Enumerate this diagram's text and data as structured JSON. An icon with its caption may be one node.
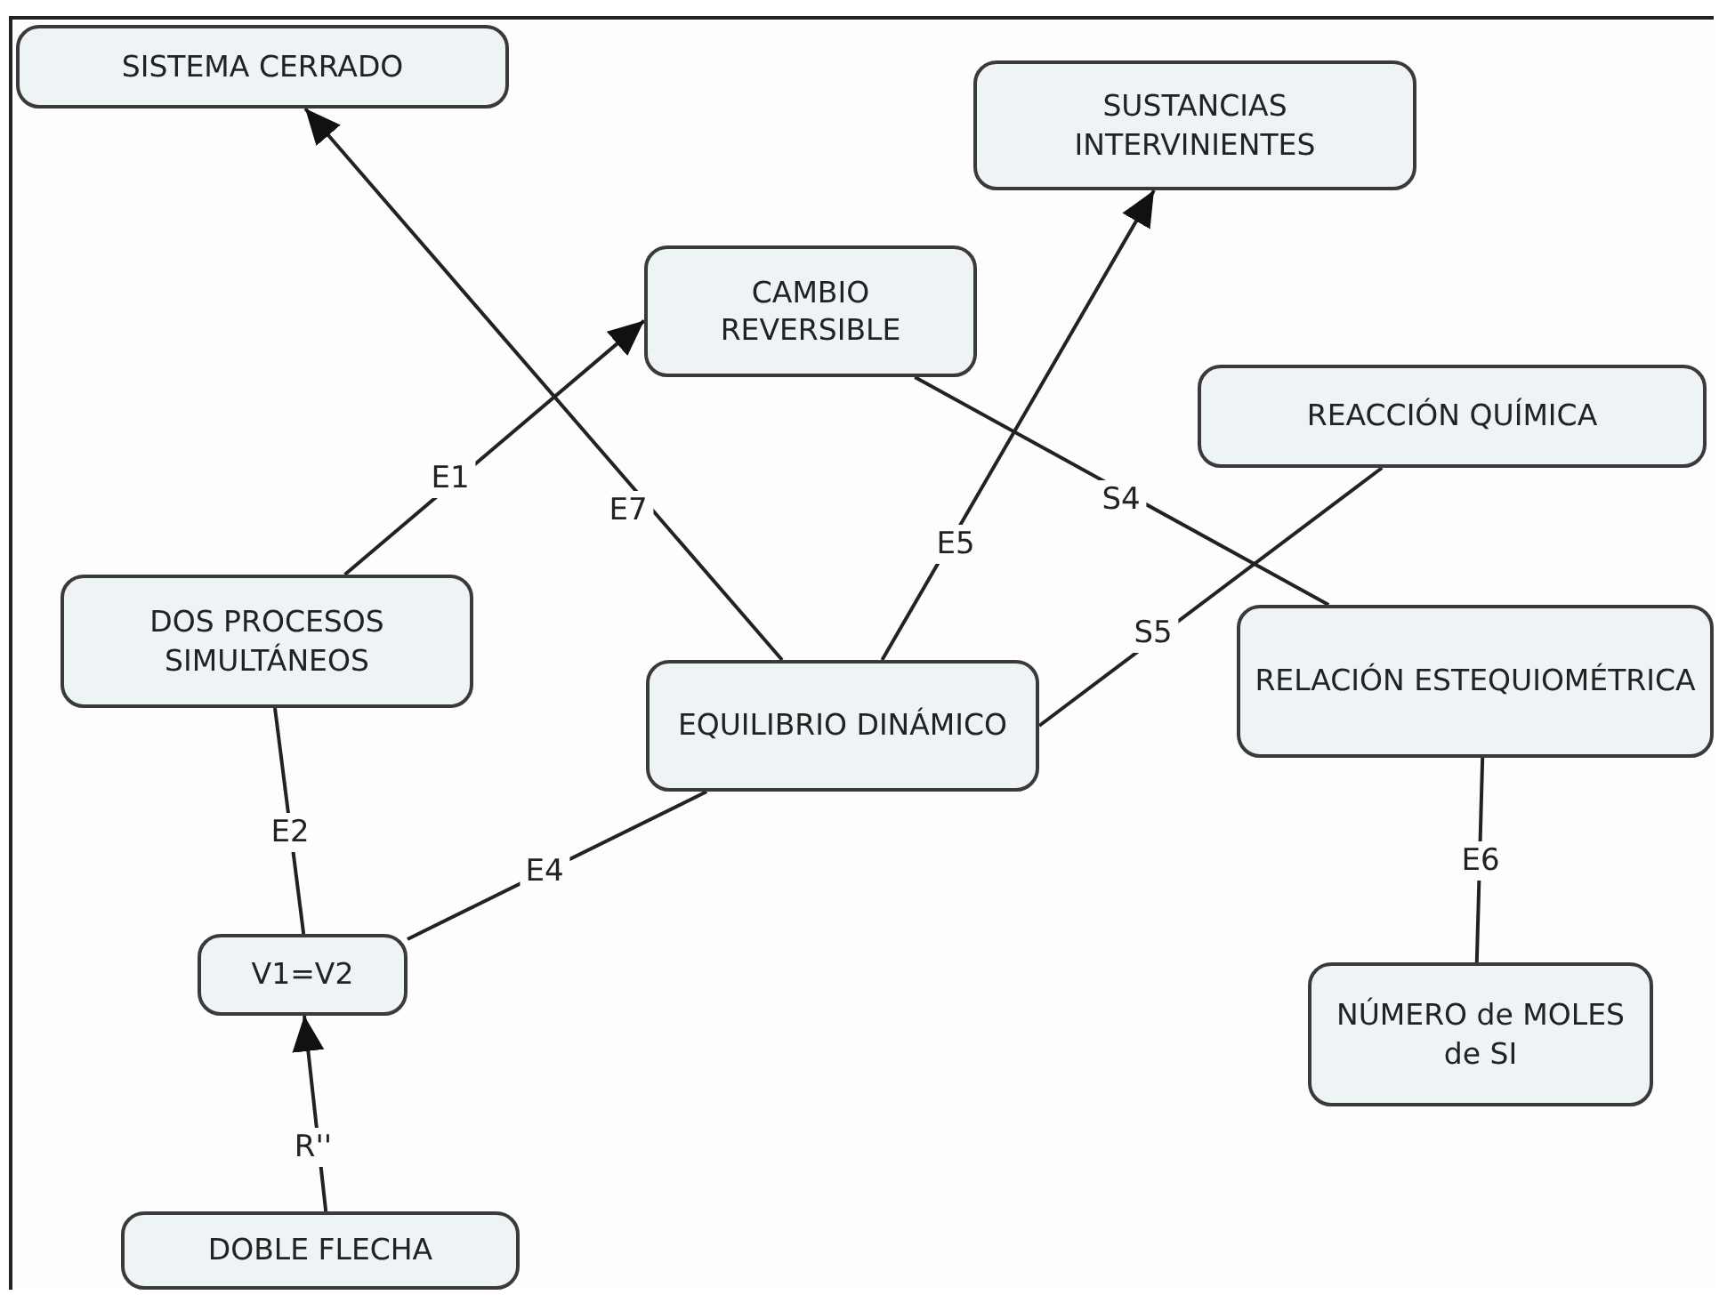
{
  "diagram": {
    "nodes": [
      {
        "text": [
          "SISTEMA CERRADO"
        ]
      },
      {
        "text": [
          "SUSTANCIAS INTERVINIENTES"
        ]
      },
      {
        "text": [
          "CAMBIO REVERSIBLE"
        ]
      },
      {
        "text": [
          "REACCIÓN QUÍMICA"
        ]
      },
      {
        "text": [
          "DOS PROCESOS SIMULTÁNEOS"
        ]
      },
      {
        "text": [
          "EQUILIBRIO DINÁMICO"
        ]
      },
      {
        "text": [
          "RELACIÓN ESTEQUIOMÉTRICA"
        ]
      },
      {
        "text": [
          "V1=V2"
        ]
      },
      {
        "text": [
          "NÚMERO de MOLES de SI"
        ]
      },
      {
        "text": [
          "DOBLE FLECHA"
        ]
      }
    ],
    "edges": [
      {
        "from": 4,
        "to": 2,
        "arrow": "to",
        "label": "E1"
      },
      {
        "from": 5,
        "to": 0,
        "arrow": "to",
        "label": "E7"
      },
      {
        "from": 5,
        "to": 1,
        "arrow": "to",
        "label": "E5"
      },
      {
        "from": 2,
        "to": 6,
        "arrow": "none",
        "label": "S4"
      },
      {
        "from": 5,
        "to": 3,
        "arrow": "none",
        "label": "S5"
      },
      {
        "from": 4,
        "to": 7,
        "arrow": "none",
        "label": "E2"
      },
      {
        "from": 7,
        "to": 5,
        "arrow": "none",
        "label": "E4"
      },
      {
        "from": 6,
        "to": 8,
        "arrow": "none",
        "label": "E6"
      },
      {
        "from": 9,
        "to": 7,
        "arrow": "to",
        "label": "R''"
      }
    ]
  }
}
